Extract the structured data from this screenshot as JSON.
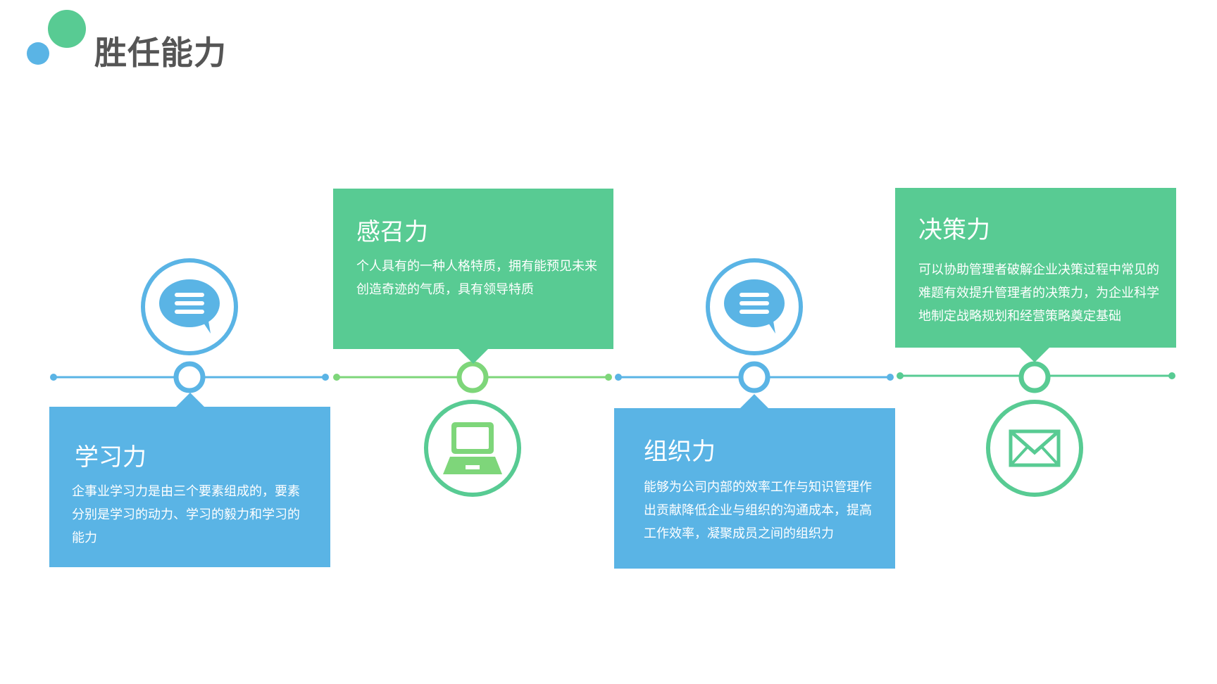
{
  "header": {
    "title": "胜任能力"
  },
  "colors": {
    "blue": "#5AB4E5",
    "green": "#58CB93",
    "light_green": "#7ED67A",
    "title_text": "#555555",
    "card_text": "#ffffff"
  },
  "timeline": {
    "segments": [
      {
        "color": "#5AB4E5",
        "icon": "chat-bubble-icon",
        "card": {
          "title": "学习力",
          "description": "企事业学习力是由三个要素组成的，要素分别是学习的动力、学习的毅力和学习的能力"
        }
      },
      {
        "color": "#58CB93",
        "icon": "laptop-icon",
        "card": {
          "title": "感召力",
          "description": "个人具有的一种人格特质，拥有能预见未来创造奇迹的气质，具有领导特质"
        }
      },
      {
        "color": "#5AB4E5",
        "icon": "chat-bubble-icon",
        "card": {
          "title": "组织力",
          "description": "能够为公司内部的效率工作与知识管理作出贡献降低企业与组织的沟通成本，提高工作效率，凝聚成员之间的组织力"
        }
      },
      {
        "color": "#58CB93",
        "icon": "envelope-icon",
        "card": {
          "title": "决策力",
          "description": "可以协助管理者破解企业决策过程中常见的难题有效提升管理者的决策力，为企业科学地制定战略规划和经营策略奠定基础"
        }
      }
    ]
  }
}
